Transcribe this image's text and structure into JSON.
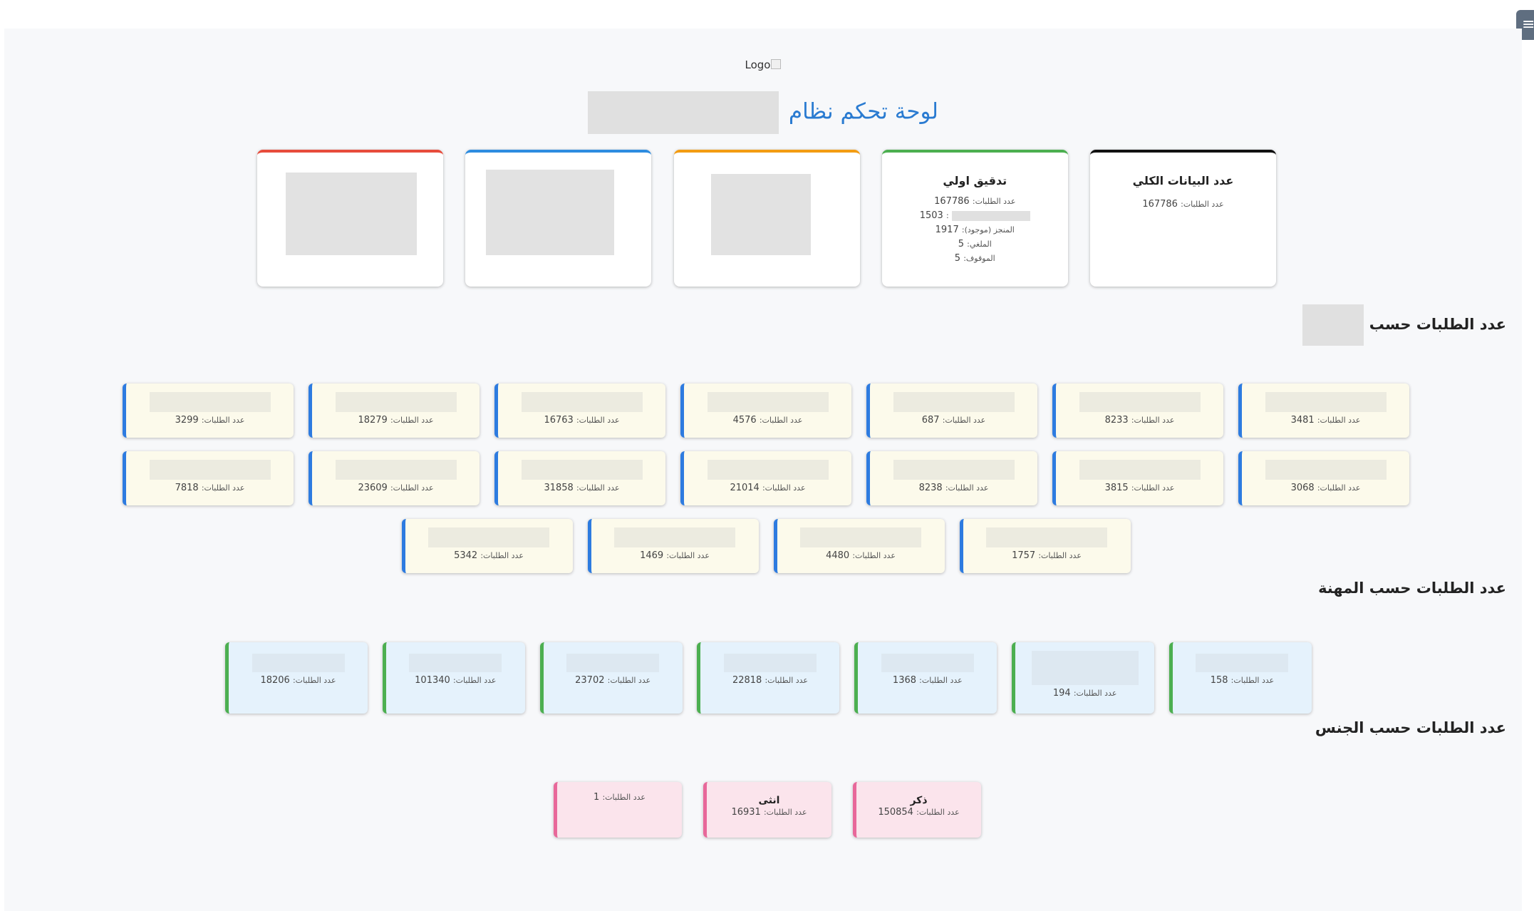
{
  "header": {
    "logo_alt": "Logo",
    "title": "لوحة تحكم نظام"
  },
  "summary_cards": [
    {
      "title": "عدد البيانات الكلي",
      "lines": [
        {
          "label": "عدد الطلبات:",
          "value": "167786"
        }
      ],
      "accent": "#111111"
    },
    {
      "title": "تدقيق اولي",
      "lines": [
        {
          "label": "عدد الطلبات:",
          "value": "167786"
        },
        {
          "label": ":",
          "value": "1503"
        },
        {
          "label": "المنجز (موجود):",
          "value": "1917"
        },
        {
          "label": "الملغي:",
          "value": "5"
        },
        {
          "label": "الموقوف:",
          "value": "5"
        }
      ],
      "accent": "#4caf50"
    },
    {
      "title": "",
      "lines": [],
      "accent": "#f39c12"
    },
    {
      "title": "",
      "lines": [],
      "accent": "#2d8ce0"
    },
    {
      "title": "",
      "lines": [],
      "accent": "#e74c3c"
    }
  ],
  "section_region": {
    "title": "عدد الطلبات حسب",
    "count_label": "عدد الطلبات:",
    "cards": [
      "3481",
      "8233",
      "687",
      "4576",
      "16763",
      "18279",
      "3299",
      "3068",
      "3815",
      "8238",
      "21014",
      "31858",
      "23609",
      "7818",
      "1757",
      "4480",
      "1469",
      "5342"
    ]
  },
  "section_job": {
    "title": "عدد الطلبات حسب المهنة",
    "count_label": "عدد الطلبات:",
    "cards": [
      "158",
      "194",
      "1368",
      "22818",
      "23702",
      "101340",
      "18206"
    ]
  },
  "section_gender": {
    "title": "عدد الطلبات حسب الجنس",
    "count_label": "عدد الطلبات:",
    "cards": [
      {
        "name": "ذكر",
        "value": "150854"
      },
      {
        "name": "انثى",
        "value": "16931"
      },
      {
        "name": "",
        "value": "1"
      }
    ]
  },
  "colors": {
    "title_blue": "#2a7bd1",
    "region_border": "#2d7be0",
    "job_border": "#4caf50",
    "gender_border": "#e8689a"
  },
  "icons": {
    "menu_toggle": "hamburger-menu-icon"
  }
}
